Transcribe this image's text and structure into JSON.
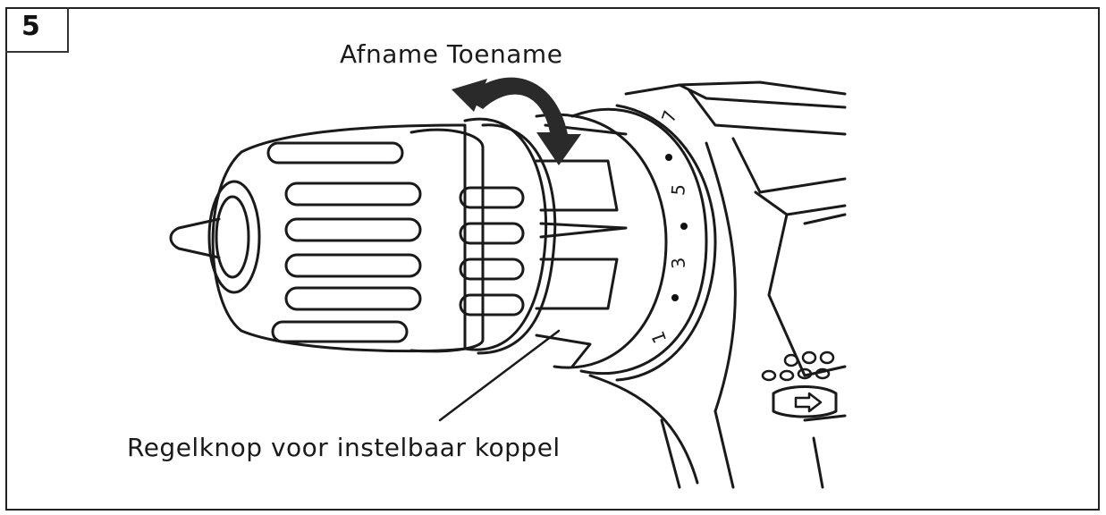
{
  "figure": {
    "step_number": "5",
    "labels": {
      "rotation_direction": "Afname Toename",
      "callout": "Regelknop voor instelbaar koppel"
    },
    "torque_dial": {
      "markings": [
        "1",
        "3",
        "5",
        "7"
      ]
    },
    "colors": {
      "line": "#1a1a1a",
      "background": "#ffffff",
      "border": "#222222"
    }
  }
}
